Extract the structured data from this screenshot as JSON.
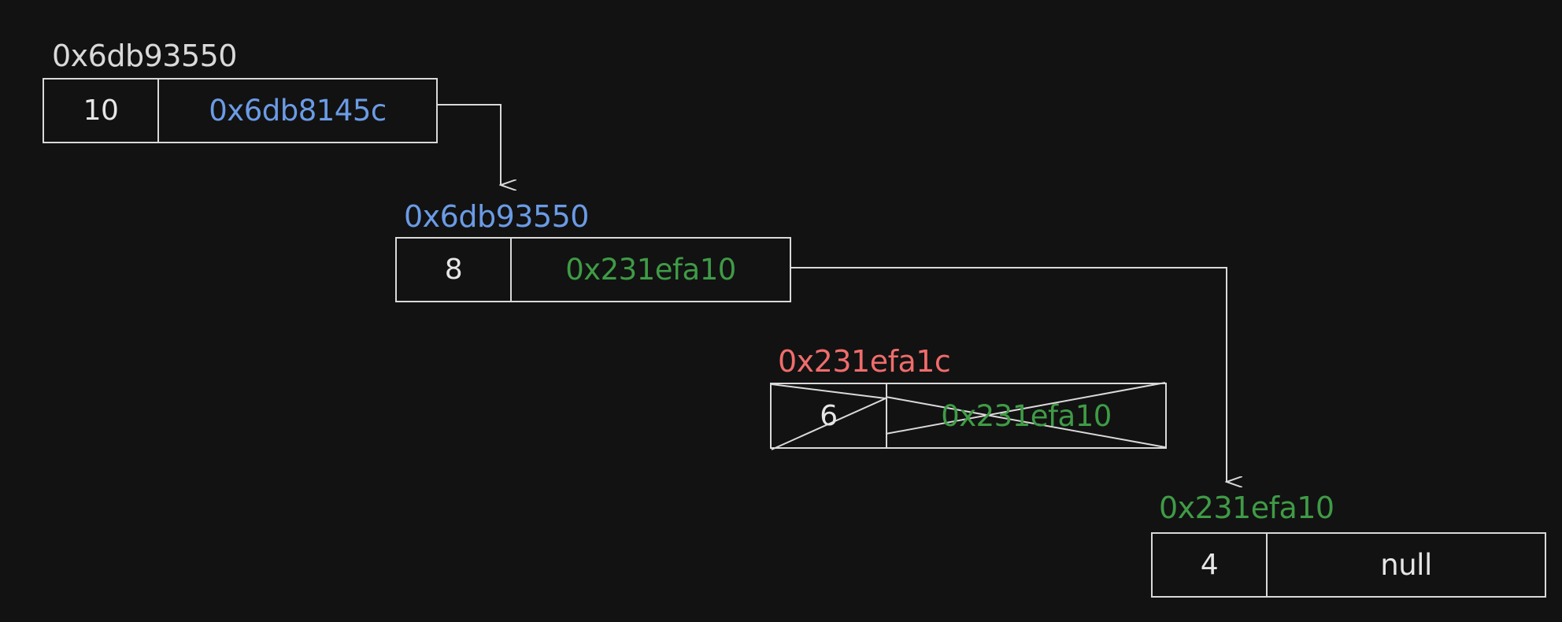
{
  "colors": {
    "background": "#121212",
    "stroke": "#d9d9d9",
    "text": "#e6e6e6",
    "blue": "#6b9be6",
    "green": "#3f9b46",
    "red": "#f06c6c"
  },
  "nodes": [
    {
      "address": "0x6db93550",
      "address_color": "#d9d9d9",
      "value": "10",
      "next": "0x6db8145c",
      "next_color": "#6b9be6",
      "deleted": false
    },
    {
      "address": "0x6db93550",
      "address_color": "#6b9be6",
      "value": "8",
      "next": "0x231efa10",
      "next_color": "#3f9b46",
      "deleted": false
    },
    {
      "address": "0x231efa1c",
      "address_color": "#f06c6c",
      "value": "6",
      "next": "0x231efa10",
      "next_color": "#3f9b46",
      "deleted": true
    },
    {
      "address": "0x231efa10",
      "address_color": "#3f9b46",
      "value": "4",
      "next": "null",
      "next_color": "#e6e6e6",
      "deleted": false
    }
  ],
  "arrows": [
    {
      "from": 0,
      "to": 1
    },
    {
      "from": 1,
      "to": 3
    }
  ]
}
